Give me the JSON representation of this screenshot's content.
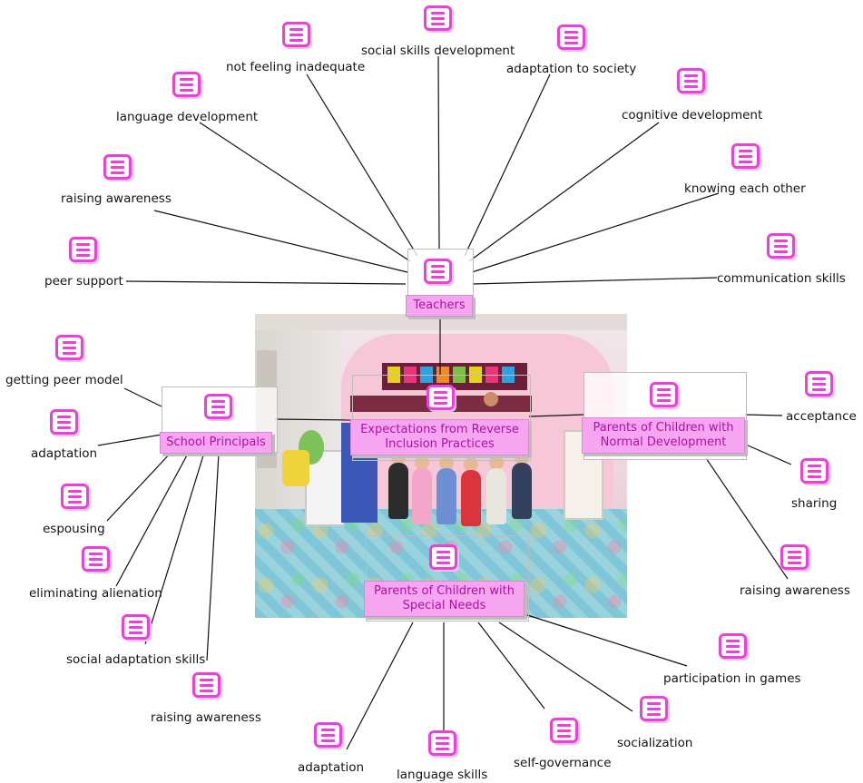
{
  "central": {
    "label_line1": "Expectations from Reverse",
    "label_line2": "Inclusion Practices"
  },
  "groups": {
    "teachers": {
      "label": "Teachers",
      "leaves": [
        "peer support",
        "raising awareness",
        "language development",
        "not feeling inadequate",
        "social skills development",
        "adaptation to society",
        "cognitive development",
        "knowing each other",
        "communication skills"
      ]
    },
    "school_principals": {
      "label": "School Principals",
      "leaves": [
        "getting peer model",
        "adaptation",
        "espousing",
        "eliminating alienation",
        "social adaptation skills",
        "raising awareness"
      ]
    },
    "parents_normal": {
      "label_line1": "Parents of Children with",
      "label_line2": "Normal Development",
      "leaves": [
        "acceptance",
        "sharing",
        "raising awareness"
      ]
    },
    "parents_special": {
      "label_line1": "Parents of Children with",
      "label_line2": "Special Needs",
      "leaves": [
        "adaptation",
        "language skills",
        "self-governance",
        "socialization",
        "participation in games"
      ]
    }
  },
  "colors": {
    "node_fill": "#f6a6f1",
    "node_text": "#b10fa5",
    "icon_accent": "#ee3fd8",
    "connector": "#111111"
  },
  "icon": "note-icon"
}
